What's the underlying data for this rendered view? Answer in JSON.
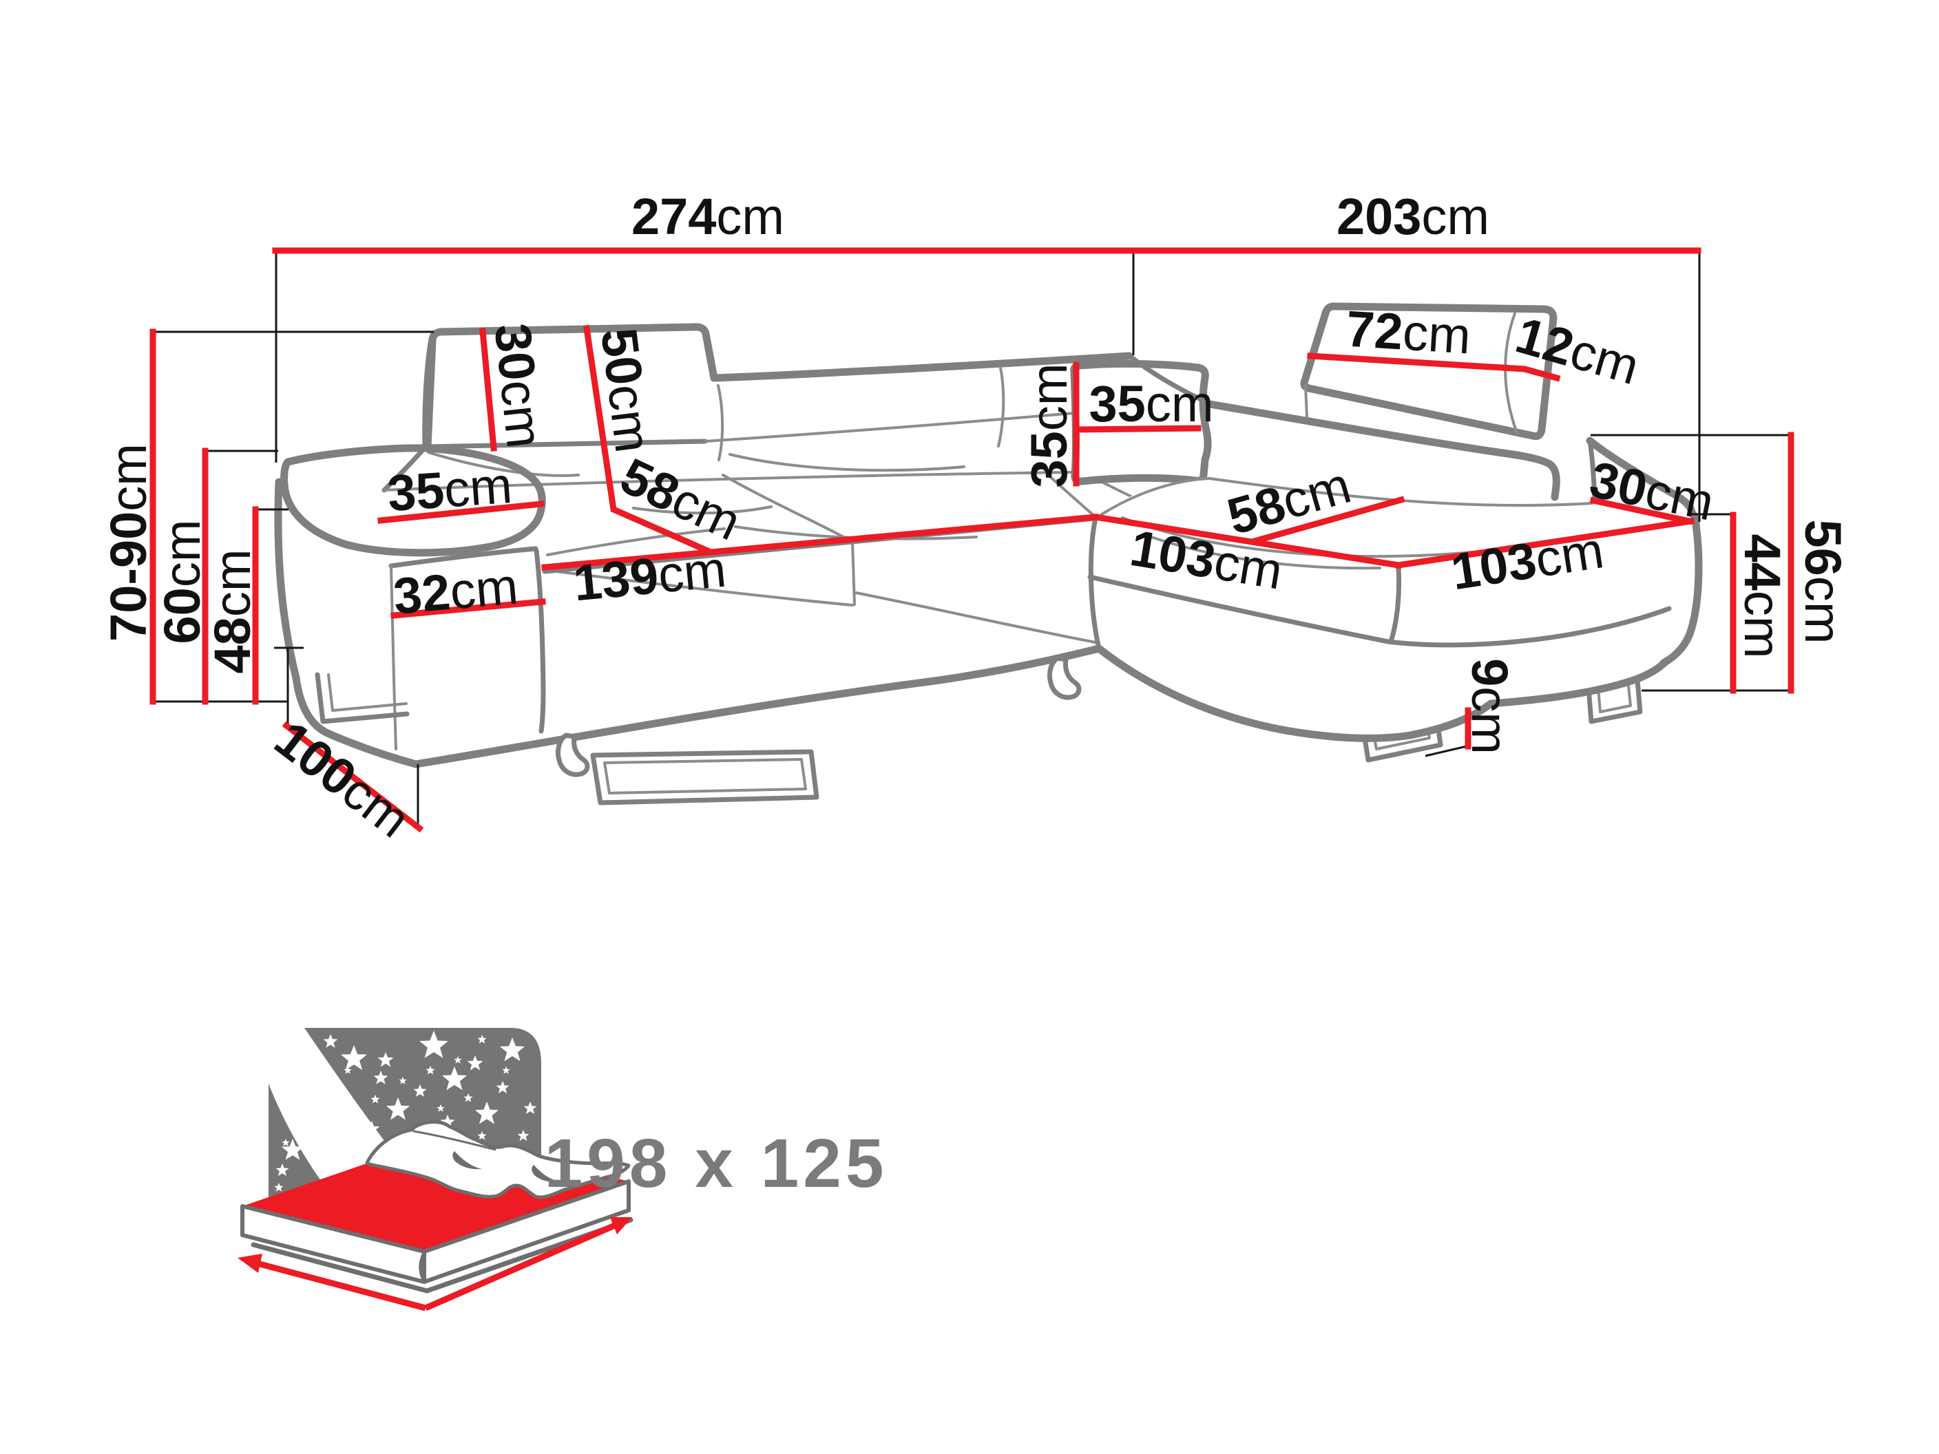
{
  "page": {
    "type": "furniture-dimension-diagram",
    "background": "#ffffff"
  },
  "colors": {
    "dimension_red": "#ec1b24",
    "outline_gray": "#7f7f7f",
    "label_black": "#111111",
    "muted_gray": "#7b7b7b"
  },
  "product": {
    "kind": "corner-sofa-bed-with-chaise"
  },
  "dimensions": {
    "width_total": {
      "value": "274",
      "unit": "cm"
    },
    "depth_total": {
      "value": "203",
      "unit": "cm"
    },
    "height_range": {
      "value": "70-90",
      "unit": "cm"
    },
    "back_height": {
      "value": "60",
      "unit": "cm"
    },
    "armrest_height": {
      "value": "48",
      "unit": "cm"
    },
    "side_depth": {
      "value": "100",
      "unit": "cm"
    },
    "armrest_top_width": {
      "value": "35",
      "unit": "cm"
    },
    "armrest_front_width": {
      "value": "32",
      "unit": "cm"
    },
    "headrest_height_left": {
      "value": "30",
      "unit": "cm"
    },
    "backrest_height": {
      "value": "50",
      "unit": "cm"
    },
    "seat_depth": {
      "value": "58",
      "unit": "cm"
    },
    "seat_width": {
      "value": "139",
      "unit": "cm"
    },
    "pillow_width": {
      "value": "35",
      "unit": "cm"
    },
    "pillow_height": {
      "value": "35",
      "unit": "cm"
    },
    "chaise_length": {
      "value": "103",
      "unit": "cm"
    },
    "chaise_width": {
      "value": "103",
      "unit": "cm"
    },
    "chaise_seat_depth": {
      "value": "58",
      "unit": "cm"
    },
    "armrest_top_width_right": {
      "value": "30",
      "unit": "cm"
    },
    "headrest_width_right": {
      "value": "72",
      "unit": "cm"
    },
    "headrest_gap_right": {
      "value": "12",
      "unit": "cm"
    },
    "chaise_back_height": {
      "value": "56",
      "unit": "cm"
    },
    "chaise_seat_height": {
      "value": "44",
      "unit": "cm"
    },
    "leg_height": {
      "value": "9",
      "unit": "cm"
    }
  },
  "sleeping_area": {
    "label": "198 x 125"
  }
}
